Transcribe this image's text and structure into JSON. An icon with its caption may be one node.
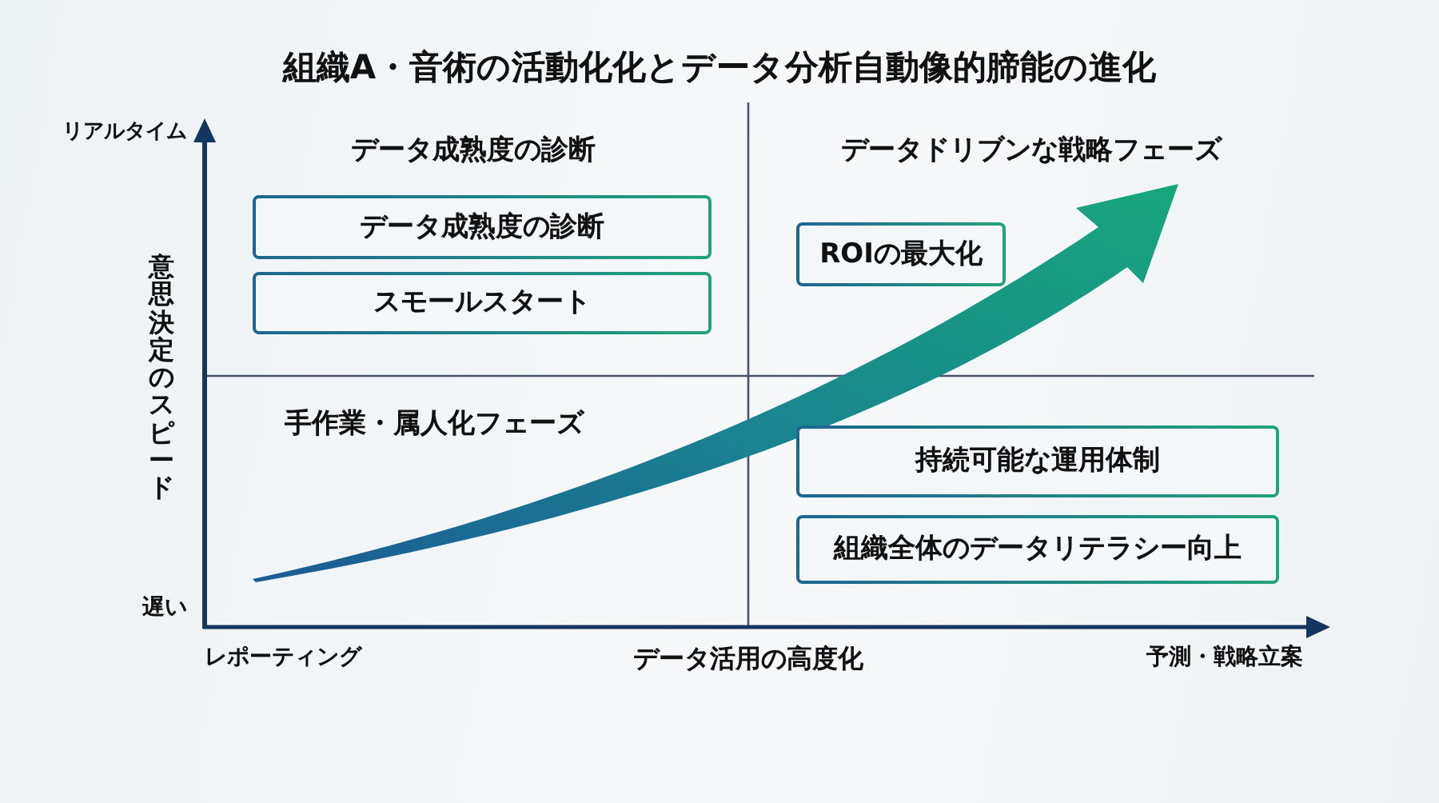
{
  "diagram": {
    "title": "組織A・音術の活動化化とデータ分析自動像的腣能の進化",
    "nodes": [
      {
        "text": [
          "データ成熟度の診断"
        ]
      },
      {
        "text": [
          "スモールスタート"
        ]
      },
      {
        "text": [
          "ROIの最大化"
        ]
      },
      {
        "text": [
          "持続可能な運用体制"
        ]
      },
      {
        "text": [
          "組織全体のデータリテラシー向上"
        ]
      }
    ],
    "labels": [
      "リアルタイム",
      "データ成熟度の診断",
      "データドリブンな戦略フェーズ",
      "意思決定のスピード",
      "手作業・属人化フェーズ",
      "遅い",
      "レポーティング",
      "データ活用の高度化",
      "予測・戦略立案"
    ]
  }
}
